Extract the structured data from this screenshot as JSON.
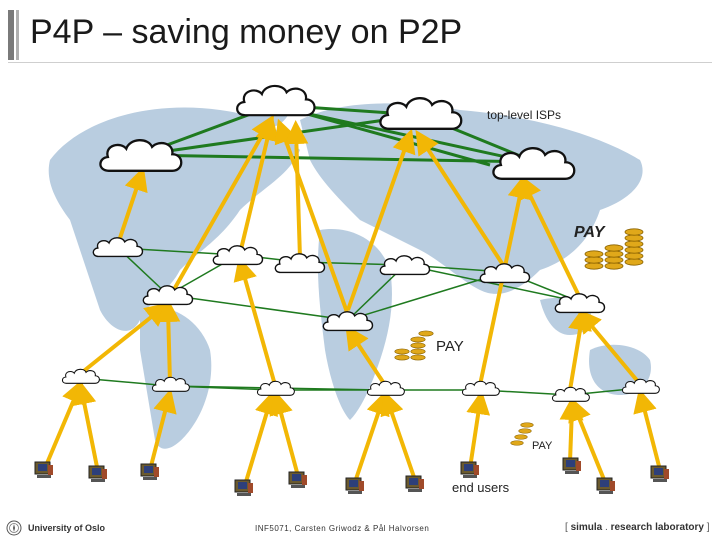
{
  "slide": {
    "title": "P4P – saving money on P2P"
  },
  "labels": {
    "top_isps": "top-level ISPs",
    "pay_large": "PAY",
    "pay_medium": "PAY",
    "pay_small": "PAY",
    "end_users": "end users"
  },
  "footer": {
    "university": "University of Oslo",
    "course": "INF5071, Carsten Griwodz & Pål Halvorsen",
    "lab_open": "[ ",
    "lab_simula": "simula",
    "lab_dot": " . ",
    "lab_rest": "research laboratory",
    "lab_close": " ]"
  },
  "colors": {
    "map": "#b9cde0",
    "green_link": "#1f7a1f",
    "yellow_arrow": "#f2b705",
    "coin": "#e0a81a"
  },
  "icons": [
    "cloud-icon",
    "computer-icon",
    "coin-stack-icon",
    "seal-icon"
  ]
}
